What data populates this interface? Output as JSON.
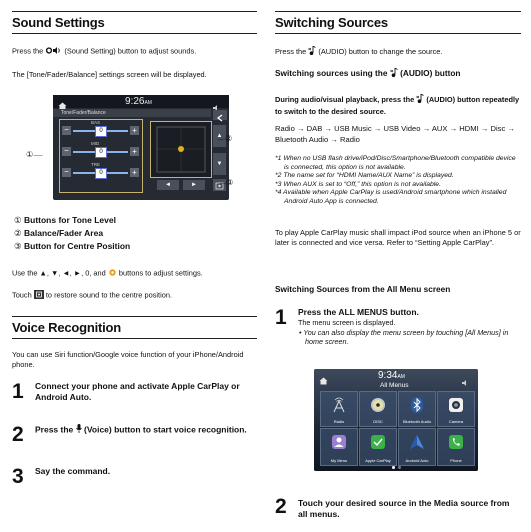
{
  "left": {
    "sound": {
      "title": "Sound Settings",
      "p1_pre": "Press the",
      "p1_post": "(Sound Setting) button to adjust sounds.",
      "p2": "The [Tone/Fader/Balance] settings screen will be displayed.",
      "screen": {
        "time": "9:26",
        "ampm": "AM",
        "panel_title": "Tone/Fader/Balance",
        "labels": [
          "BAS",
          "MID",
          "TRE"
        ],
        "values": [
          "0",
          "0",
          "0"
        ]
      },
      "callouts": [
        "①",
        "②",
        "③"
      ],
      "list": [
        {
          "num": "①",
          "text": "Buttons for Tone Level"
        },
        {
          "num": "②",
          "text": "Balance/Fader Area"
        },
        {
          "num": "③",
          "text": "Button for Centre Position"
        }
      ],
      "p3_pre": "Use the ▲, ▼, ◄, ►, 0, and",
      "p3_post": "buttons to adjust settings.",
      "p4_pre": "Touch",
      "p4_post": "to restore sound to the centre position."
    },
    "voice": {
      "title": "Voice Recognition",
      "p1": "You can use Siri function/Google voice function of your iPhone/Android phone.",
      "steps": [
        {
          "num": "1",
          "text": "Connect your phone and activate Apple CarPlay or Android Auto."
        },
        {
          "num": "2",
          "text_pre": "Press the",
          "text_post": "(Voice) button to start voice recognition."
        },
        {
          "num": "3",
          "text": "Say the command."
        }
      ]
    }
  },
  "right": {
    "title": "Switching Sources",
    "p1_pre": "Press the",
    "p1_post": "(AUDIO) button to change the source.",
    "sub1_pre": "Switching sources using the",
    "sub1_post": "(AUDIO) button",
    "p2_pre": "During audio/visual playback, press the",
    "p2_post": "(AUDIO) button repeatedly to switch to the desired source.",
    "seq1": "Radio → DAB → USB Music → USB Video → AUX → HDMI → Disc → Bluetooth Audio → Radio",
    "notes": [
      "*1 When no USB flash drive/iPod/Disc/Smartphone/Bluetooth compatible device is connected, this option is not available.",
      "*2 The name set for “HDMI Name/AUX Name” is displayed.",
      "*3 When AUX is set to “Off,” this option is not available.",
      "*4 Available when Apple CarPlay is used/Android smartphone which installed Android Auto App is connected."
    ],
    "p3": "To play Apple CarPlay music shall impact iPod source when an iPhone 5 or later is connected and vice versa. Refer to “Setting Apple CarPlay”.",
    "sub2": "Switching Sources from the All Menu screen",
    "step1": {
      "num": "1",
      "title": "Press the ALL MENUS button.",
      "line": "The menu screen is displayed.",
      "bullet": "You can also display the menu screen by touching [All Menus] in home screen."
    },
    "screen2": {
      "time": "9:34",
      "ampm": "AM",
      "header": "All Menus",
      "tiles": [
        "Radio",
        "DISC",
        "Bluetooth Audio",
        "Camera",
        "My Menu",
        "Apple CarPlay",
        "Android Auto",
        "Phone"
      ]
    },
    "step2": {
      "num": "2",
      "text": "Touch your desired source in the Media source from all menus."
    }
  },
  "colors": {
    "accent": "#1b1b1b",
    "screen_bg": "#1c1f26",
    "tile_blue": "#2e5a9e"
  }
}
